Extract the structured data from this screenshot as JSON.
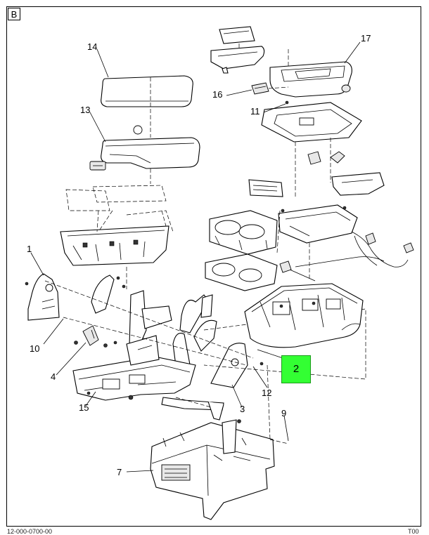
{
  "view_label": "B",
  "callouts": {
    "c1": "1",
    "c2": "2",
    "c3": "3",
    "c4": "4",
    "c7": "7",
    "c9": "9",
    "c10": "10",
    "c11": "11",
    "c12": "12",
    "c13": "13",
    "c14": "14",
    "c15": "15",
    "c16": "16",
    "c17": "17"
  },
  "highlight_color": "#33ff33",
  "footer_left": "12-000-0700-00",
  "footer_right": "T00"
}
